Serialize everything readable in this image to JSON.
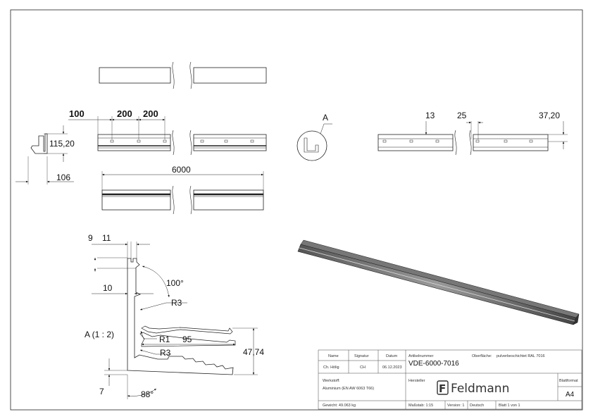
{
  "dimensions": {
    "top_100": "100",
    "top_200a": "200",
    "top_200b": "200",
    "side_115_20": "115,20",
    "side_106": "106",
    "length_6000": "6000",
    "r_13": "13",
    "r_25": "25",
    "r_37_20": "37,20",
    "d_9": "9",
    "d_11": "11",
    "d_10": "10",
    "angle_100": "100°",
    "r3_top": "R3",
    "r1": "R1",
    "d_95": "95",
    "r3_bottom": "R3",
    "d_47_74": "47,74",
    "d_7": "7",
    "angle_88": "88°"
  },
  "detail": {
    "marker": "A",
    "caption": "A (1 : 2)"
  },
  "title_block": {
    "h_name": "Name",
    "h_signatur": "Signatur",
    "h_datum": "Datum",
    "name": "Ch. Hölig",
    "signatur": "CH",
    "datum": "06.12.2023",
    "artikel_label": "Artikelnummer",
    "artikel": "VDE-6000-7016",
    "oberflaeche_label": "Oberfläche:",
    "oberflaeche": "pulverbeschichtet RAL 7016",
    "werkstoff_label": "Werkstoff:",
    "werkstoff": "Aluminium (EN AW 6063 T66)",
    "hersteller_label": "Hersteller",
    "logo_text": "Feldmann",
    "logo_mark": "F",
    "blattformat_label": "Blattformat",
    "blattformat": "A4",
    "gewicht": "Gewicht: 49.063 kg",
    "massstab": "Maßstab: 1:15",
    "version": "Version: 1",
    "sprache": "Deutsch",
    "blatt": "Blatt 1 von 1"
  }
}
